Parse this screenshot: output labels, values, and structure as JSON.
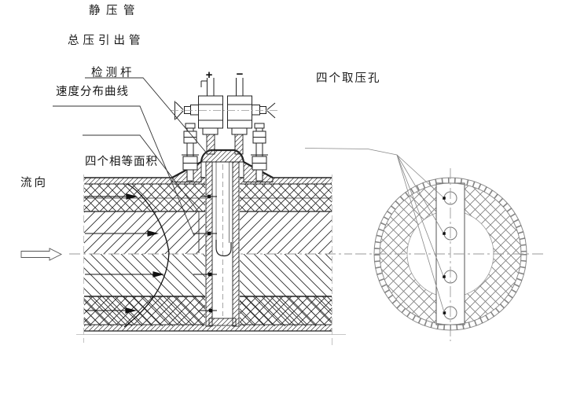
{
  "labels": {
    "static_pressure_pipe": "静压管",
    "total_pressure_outlet_pipe": "总压引出管",
    "detection_rod": "检测杆",
    "velocity_distribution_curve": "速度分布曲线",
    "four_equal_areas": "四个相等面积",
    "flow_direction": "流向",
    "four_pressure_tap_holes": "四个取压孔"
  },
  "annotations": {
    "plus_sign": "+",
    "minus_sign": "−"
  },
  "colors": {
    "line_dark": "#222222",
    "line_medium": "#555555",
    "centerline_gray": "#9a9a9a",
    "section_view_gray": "#7d7d7d",
    "background": "#ffffff"
  }
}
